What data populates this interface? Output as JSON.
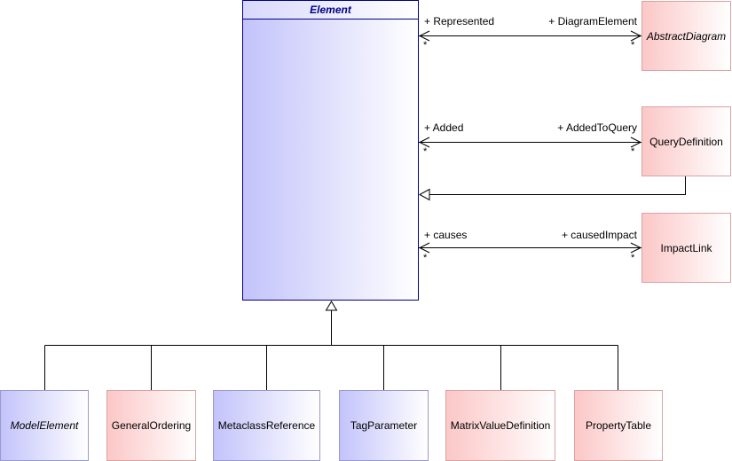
{
  "element": {
    "name": "Element"
  },
  "right_classes": {
    "abstract_diagram": "AbstractDiagram",
    "query_definition": "QueryDefinition",
    "impact_link": "ImpactLink"
  },
  "bottom_classes": {
    "model_element": "ModelElement",
    "general_ordering": "GeneralOrdering",
    "metaclass_reference": "MetaclassReference",
    "tag_parameter": "TagParameter",
    "matrix_value_definition": "MatrixValueDefinition",
    "property_table": "PropertyTable"
  },
  "associations": {
    "represented": {
      "source_role": "+ Represented",
      "target_role": "+ DiagramElement",
      "source_mult": "*",
      "target_mult": "*"
    },
    "added": {
      "source_role": "+ Added",
      "target_role": "+ AddedToQuery",
      "source_mult": "*",
      "target_mult": "*"
    },
    "causes": {
      "source_role": "+ causes",
      "target_role": "+ causedImpact",
      "source_mult": "*",
      "target_mult": "*"
    }
  },
  "colors": {
    "element_border": "#000080",
    "blue_fill": "#c3c3fb",
    "red_fill": "#fcc7c7"
  }
}
